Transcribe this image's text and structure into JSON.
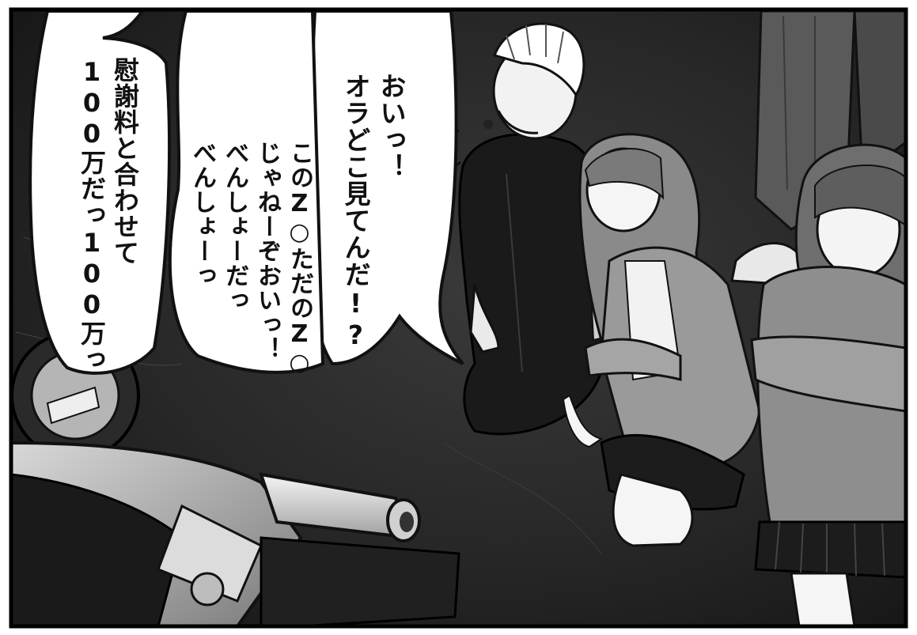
{
  "speech_right": {
    "line1": "おいっ！",
    "line2": "オラどこ見てんだ!?"
  },
  "speech_middle": {
    "line1": "このZ○ただのZ○",
    "line2": "じゃねーぞおいっ！",
    "line3": "べんしょーだっ",
    "line4": "べんしょーっ"
  },
  "speech_left": {
    "line1": "慰謝料と合わせて",
    "line2": "100万だっ100万っ"
  },
  "colors": {
    "background_dark": "#2a2a2a",
    "ink": "#111111",
    "bubble_fill": "#ffffff",
    "hair_gray": "#6e6e6e",
    "cardigan_gray": "#8a8a8a"
  }
}
